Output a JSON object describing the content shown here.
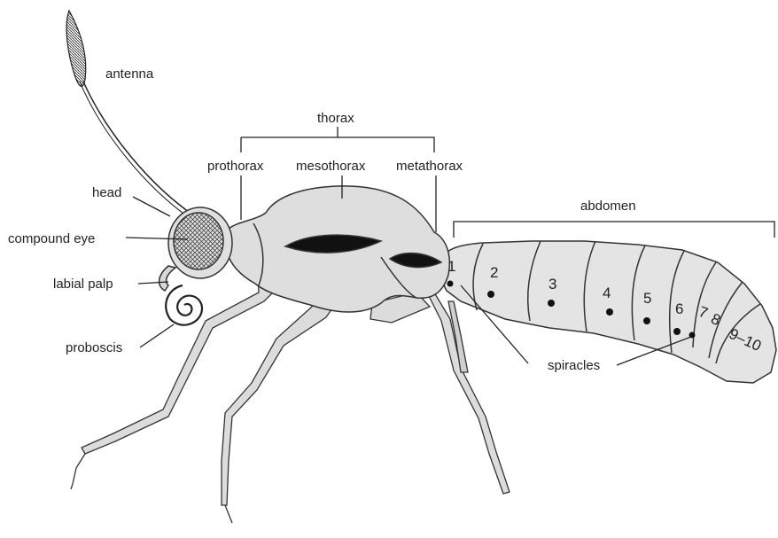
{
  "labels": {
    "antenna": "antenna",
    "thorax": "thorax",
    "prothorax": "prothorax",
    "mesothorax": "mesothorax",
    "metathorax": "metathorax",
    "head": "head",
    "compound_eye": "compound eye",
    "labial_palp": "labial palp",
    "proboscis": "proboscis",
    "abdomen": "abdomen",
    "spiracles": "spiracles"
  },
  "segments": [
    "1",
    "2",
    "3",
    "4",
    "5",
    "6",
    "7",
    "8",
    "9–10"
  ]
}
